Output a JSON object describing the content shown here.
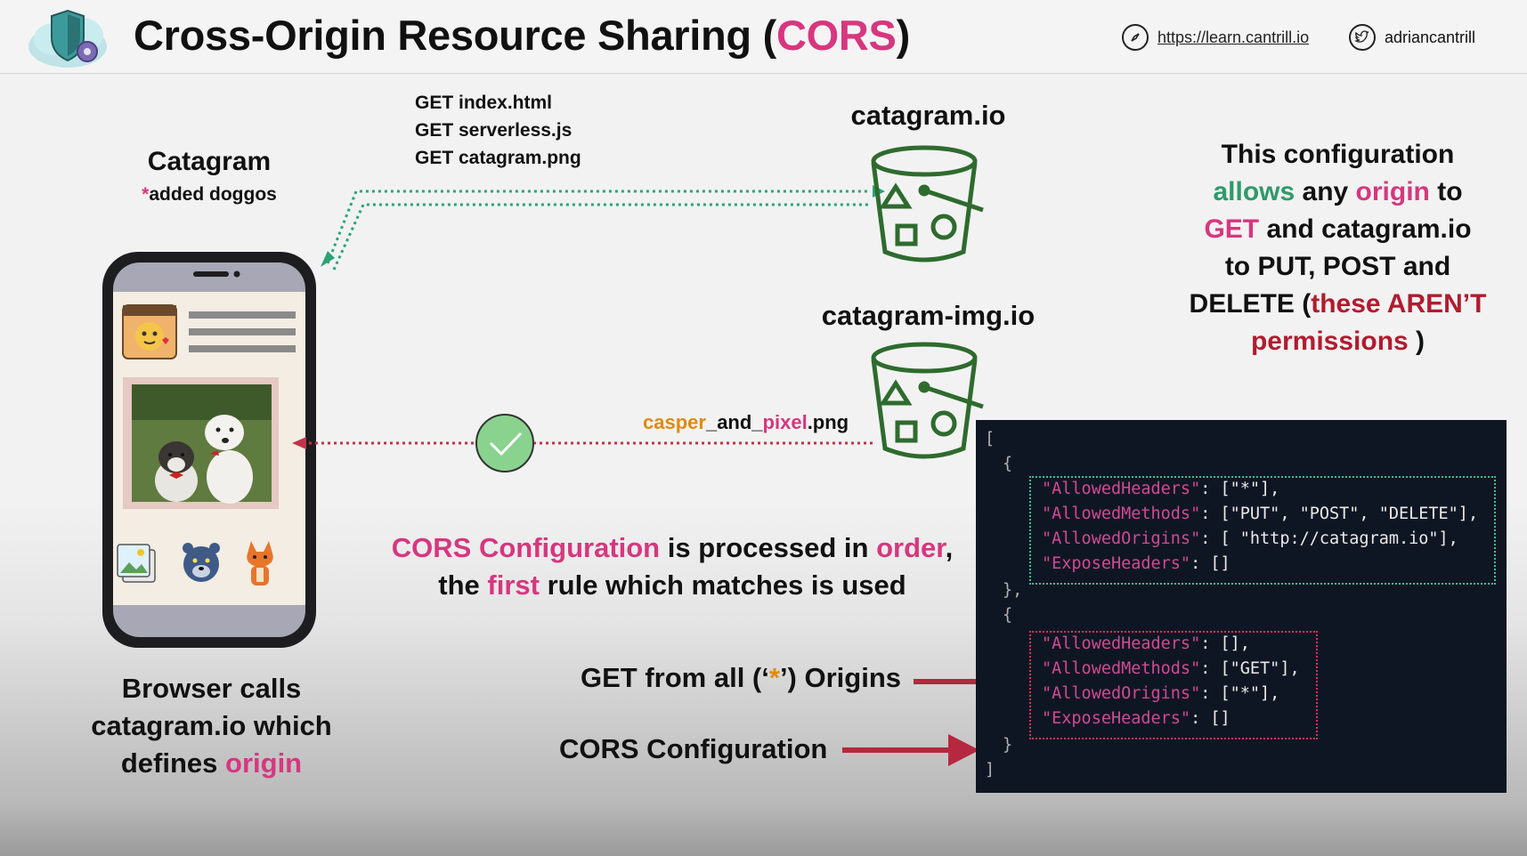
{
  "header": {
    "title_prefix": "Cross-Origin Resource Sharing (",
    "title_highlight": "CORS",
    "title_suffix": ")",
    "site_url": "https://learn.cantrill.io",
    "twitter_handle": "adriancantrill"
  },
  "app": {
    "name": "Catagram",
    "asterisk": "*",
    "note": "added doggos"
  },
  "requests": [
    "GET index.html",
    "GET serverless.js",
    "GET catagram.png"
  ],
  "buckets": {
    "primary": "catagram.io",
    "images": "catagram-img.io"
  },
  "image_file": {
    "part1": "casper",
    "sep1": "_and_",
    "part2": "pixel",
    "ext": ".png"
  },
  "config_note": {
    "line1": "This configuration",
    "allows": "allows",
    "any": " any ",
    "origin": "origin",
    "to": " to",
    "get": "GET",
    "and_catagram": " and catagram.io",
    "line4": "to PUT, POST and",
    "delete": "DELETE (",
    "these_arent": "these AREN’T",
    "permissions": "permissions",
    "close": " )"
  },
  "order_text": {
    "cors_config": "CORS Configuration",
    "processed": " is processed in ",
    "order": "order",
    "comma": ",",
    "the": "the ",
    "first": "first",
    "rest": " rule which matches is used"
  },
  "browser_text": {
    "line1": "Browser calls",
    "line2": "catagram.io which",
    "defines": "defines ",
    "origin": "origin"
  },
  "annotations": {
    "get_all_prefix": "GET from all (‘",
    "get_all_star": "*",
    "get_all_suffix": "’) Origins",
    "cors_config": "CORS Configuration"
  },
  "code": {
    "open_bracket": "[",
    "close_bracket": "]",
    "open_brace": "{",
    "close_brace_comma": "},",
    "close_brace": "}",
    "rule1": [
      {
        "key": "\"AllowedHeaders\"",
        "value": ": [\"*\"],"
      },
      {
        "key": "\"AllowedMethods\"",
        "value": ": [\"PUT\", \"POST\", \"DELETE\"],"
      },
      {
        "key": "\"AllowedOrigins\"",
        "value": ": [ \"http://catagram.io\"],"
      },
      {
        "key": "\"ExposeHeaders\"",
        "value": ": []"
      }
    ],
    "rule2": [
      {
        "key": "\"AllowedHeaders\"",
        "value": ": [],"
      },
      {
        "key": "\"AllowedMethods\"",
        "value": ": [\"GET\"],"
      },
      {
        "key": "\"AllowedOrigins\"",
        "value": ": [\"*\"],"
      },
      {
        "key": "\"ExposeHeaders\"",
        "value": ": []"
      }
    ]
  },
  "colors": {
    "accent_pink": "#d6377f",
    "accent_green": "#2f9a6a",
    "accent_red": "#b01c2e",
    "bucket_green": "#2e6b2e",
    "arrow_red": "#b5283f"
  }
}
